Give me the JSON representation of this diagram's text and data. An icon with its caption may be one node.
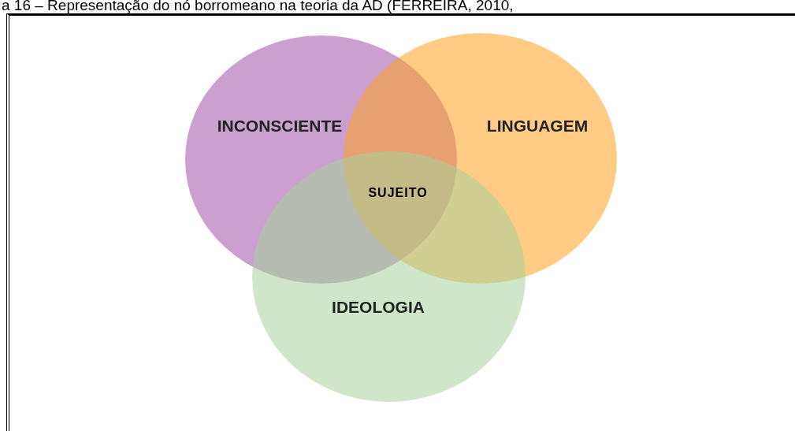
{
  "diagram": {
    "title": "a 16 – Representação do nó borromeano na teoria da AD (FERREIRA, 2010,",
    "nodes": [
      {
        "text": [
          "INCONSCIENTE"
        ]
      },
      {
        "text": [
          "LINGUAGEM"
        ]
      },
      {
        "text": [
          "IDEOLOGIA"
        ]
      }
    ],
    "labels": [
      "SUJEITO"
    ]
  }
}
